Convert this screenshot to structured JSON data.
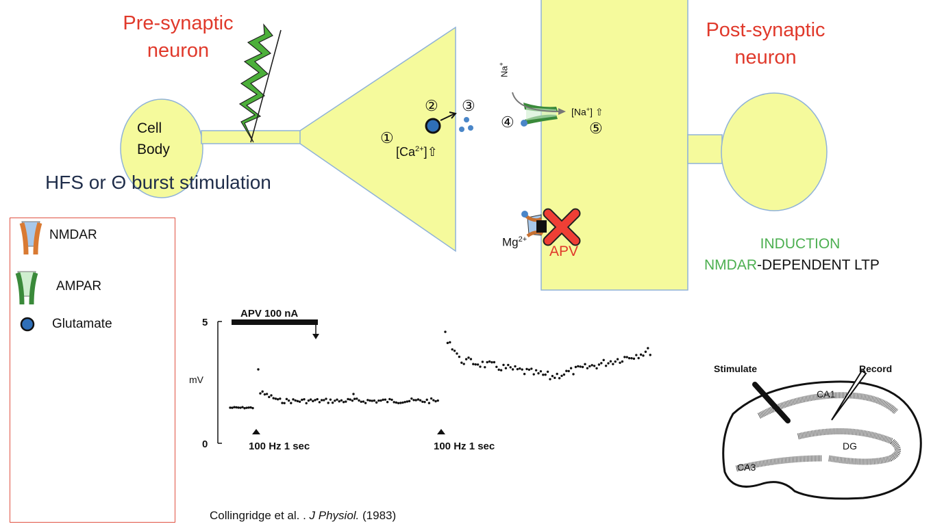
{
  "pre_title_line1": "Pre-synaptic",
  "pre_title_line2": "neuron",
  "post_title_line1": "Post-synaptic",
  "post_title_line2": "neuron",
  "cell_body_line1": "Cell",
  "cell_body_line2": "Body",
  "stimulation": "HFS or Θ burst stimulation",
  "steps": {
    "s1": "①",
    "s2": "②",
    "s3": "③",
    "s4": "④",
    "s5": "⑤",
    "ca": "[Ca",
    "ca_sup": "2+",
    "ca_end": "]⇧",
    "na_in": "Na",
    "na_in_sup": "+",
    "na_post": "[Na",
    "na_post_sup": "+",
    "na_post_end": "] ⇧"
  },
  "mg": "Mg",
  "mg_sup": "2+",
  "apv": "APV",
  "induction": {
    "line1": "INDUCTION",
    "nmdar": "NMDAR",
    "rest": "-DEPENDENT LTP"
  },
  "legend": {
    "nmdar": "NMDAR",
    "ampar": "AMPAR",
    "glutamate": "Glutamate"
  },
  "citation": {
    "authors": "Collingridge et al. . ",
    "journal": "J Physiol.",
    "year": " (1983)"
  },
  "trace": {
    "apv_label": "APV 100 nA",
    "y_top": "5",
    "y_bottom": "0",
    "y_unit": "mV",
    "stim1": "100 Hz 1 sec",
    "stim2": "100 Hz 1 sec"
  },
  "hippocampus": {
    "stimulate": "Stimulate",
    "record": "Record",
    "ca1": "CA1",
    "dg": "DG",
    "ca3": "CA3"
  },
  "colors": {
    "neuron_fill": "#f5fa9c",
    "neuron_stroke": "#8fb2d8",
    "title_red": "#e0392b",
    "induction_green": "#4caf50",
    "glutamate_blue": "#4a86c8",
    "apv_red": "#e0392b"
  }
}
